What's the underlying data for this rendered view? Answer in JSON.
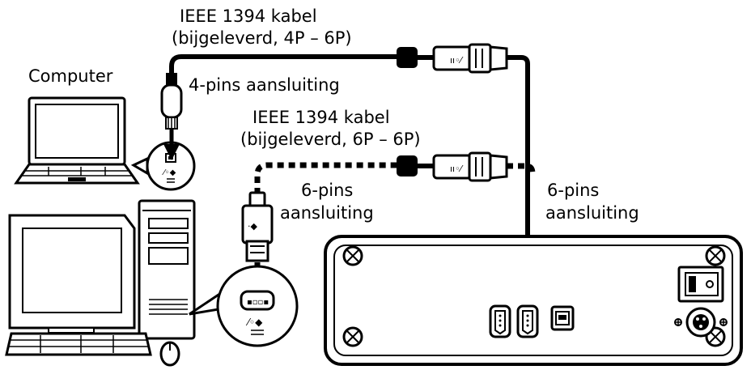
{
  "labels": {
    "cable_4p6p_line1": "IEEE 1394 kabel",
    "cable_4p6p_line2": "(bijgeleverd, 4P – 6P)",
    "computer": "Computer",
    "pin4": "4-pins aansluiting",
    "cable_6p6p_line1": "IEEE 1394 kabel",
    "cable_6p6p_line2": "(bijgeleverd, 6P – 6P)",
    "pin6_left_line1": "6-pins",
    "pin6_left_line2": "aansluiting",
    "pin6_right_line1": "6-pins",
    "pin6_right_line2": "aansluiting"
  },
  "colors": {
    "ink": "#000000",
    "paper": "#ffffff"
  },
  "icons": [
    "ieee1394-icon",
    "usb-b-icon",
    "power-switch-icon",
    "power-jack-icon",
    "screw-icon"
  ]
}
